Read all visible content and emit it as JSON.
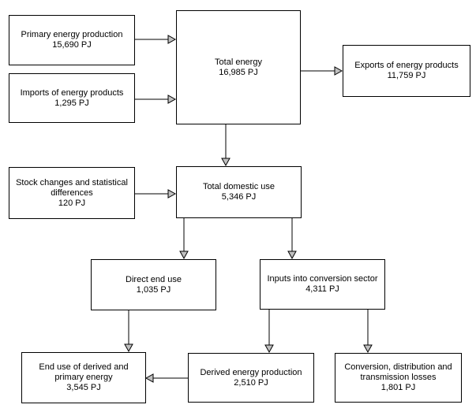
{
  "diagram": {
    "type": "flowchart",
    "unit": "PJ",
    "colors": {
      "background": "#ffffff",
      "box_border": "#000000",
      "box_fill": "#ffffff",
      "text": "#000000",
      "line": "#000000",
      "arrowhead_fill": "#c0c0c0",
      "arrowhead_stroke": "#000000"
    },
    "nodes": {
      "primary_production": {
        "label": "Primary energy production",
        "value": "15,690 PJ"
      },
      "imports": {
        "label": "Imports of energy products",
        "value": "1,295 PJ"
      },
      "total_energy": {
        "label": "Total energy",
        "value": "16,985 PJ"
      },
      "exports": {
        "label": "Exports of energy products",
        "value": "11,759 PJ"
      },
      "stock_changes": {
        "label": "Stock changes and statistical\ndifferences",
        "value": "120 PJ"
      },
      "total_domestic_use": {
        "label": "Total domestic use",
        "value": "5,346 PJ"
      },
      "direct_end_use": {
        "label": "Direct end use",
        "value": "1,035 PJ"
      },
      "inputs_conversion": {
        "label": "Inputs into conversion sector",
        "value": "4,311 PJ"
      },
      "end_use_derived_primary": {
        "label": "End use of derived and\nprimary energy",
        "value": "3,545 PJ"
      },
      "derived_production": {
        "label": "Derived energy production",
        "value": "2,510 PJ"
      },
      "conversion_losses": {
        "label": "Conversion, distribution and\ntransmission losses",
        "value": "1,801 PJ"
      }
    },
    "edges": [
      {
        "from": "primary_production",
        "to": "total_energy"
      },
      {
        "from": "imports",
        "to": "total_energy"
      },
      {
        "from": "total_energy",
        "to": "exports"
      },
      {
        "from": "total_energy",
        "to": "total_domestic_use"
      },
      {
        "from": "stock_changes",
        "to": "total_domestic_use"
      },
      {
        "from": "total_domestic_use",
        "to": "direct_end_use"
      },
      {
        "from": "total_domestic_use",
        "to": "inputs_conversion"
      },
      {
        "from": "direct_end_use",
        "to": "end_use_derived_primary"
      },
      {
        "from": "inputs_conversion",
        "to": "derived_production"
      },
      {
        "from": "inputs_conversion",
        "to": "conversion_losses"
      },
      {
        "from": "derived_production",
        "to": "end_use_derived_primary"
      }
    ]
  }
}
